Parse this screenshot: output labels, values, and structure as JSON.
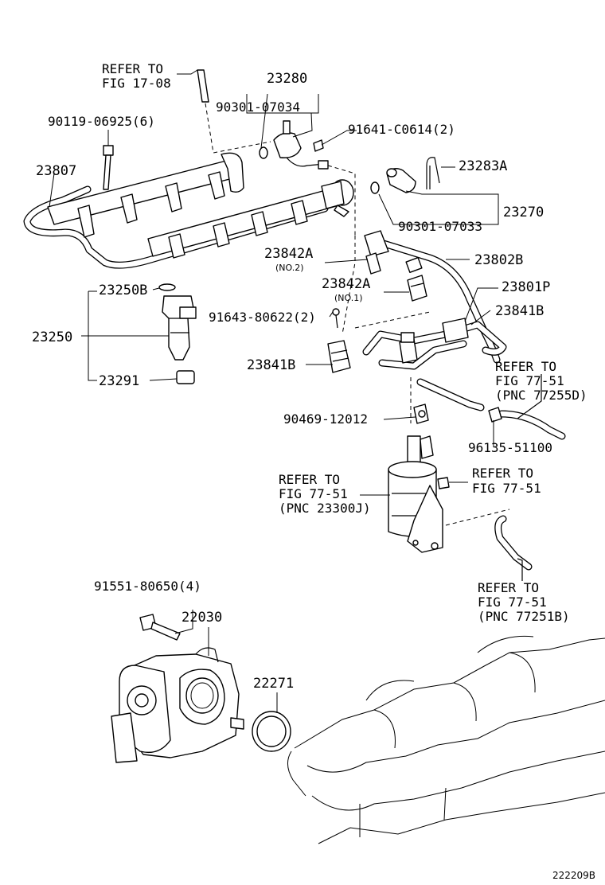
{
  "labels": {
    "refer_fig_17_08_a": "REFER TO",
    "refer_fig_17_08_b": "FIG 17-08",
    "p23280": "23280",
    "p90301_07034": "90301-07034",
    "p90119_06925": "90119-06925(6)",
    "p91641_c0614": "91641-C0614(2)",
    "p23807": "23807",
    "p23283a": "23283A",
    "p23270": "23270",
    "p90301_07033": "90301-07033",
    "p23842a_1": "23842A",
    "no2": "(NO.2)",
    "p23802b": "23802B",
    "p23842a_2": "23842A",
    "no1": "(NO.1)",
    "p23801p": "23801P",
    "p23250b": "23250B",
    "p23250": "23250",
    "p91643_80622": "91643-80622(2)",
    "p23841b_1": "23841B",
    "p23841b_2": "23841B",
    "p23291": "23291",
    "refer_77255d_a": "REFER TO",
    "refer_77255d_b": "FIG 77-51",
    "refer_77255d_c": "(PNC 77255D)",
    "p90469_12012": "90469-12012",
    "p96135_51100": "96135-51100",
    "refer_23300j_a": "REFER TO",
    "refer_23300j_b": "FIG 77-51",
    "refer_23300j_c": "(PNC 23300J)",
    "refer_7751_a": "REFER TO",
    "refer_7751_b": "FIG 77-51",
    "refer_77251b_a": "REFER TO",
    "refer_77251b_b": "FIG 77-51",
    "refer_77251b_c": "(PNC 77251B)",
    "p91551_80650": "91551-80650(4)",
    "p22030": "22030",
    "p22271": "22271",
    "diagram_code": "222209B"
  }
}
